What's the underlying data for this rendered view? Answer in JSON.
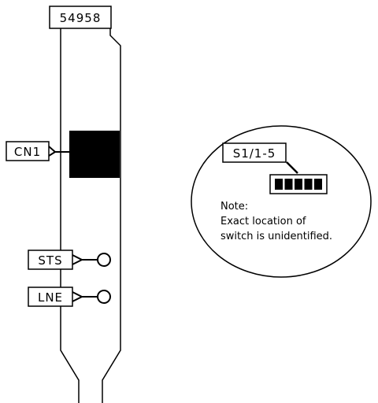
{
  "card": {
    "part_number": "54958"
  },
  "labels": {
    "connector": "CN1",
    "status_led": "STS",
    "line_led": "LNE",
    "switch": "S1/1-5"
  },
  "note": {
    "line1": "Note:",
    "line2": "Exact location of",
    "line3": "switch is unidentified."
  },
  "switch_positions": 5,
  "colors": {
    "ink": "#000000",
    "paper": "#ffffff"
  }
}
